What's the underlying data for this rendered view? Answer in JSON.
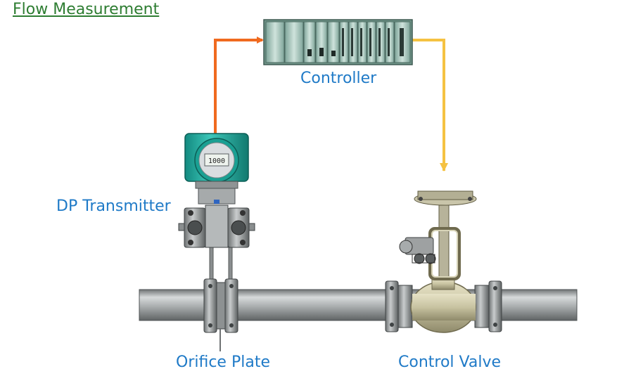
{
  "title": "Flow Measurement",
  "labels": {
    "controller": "Controller",
    "dp_transmitter": "DP Transmitter",
    "orifice_plate": "Orifice Plate",
    "control_valve": "Control Valve"
  },
  "transmitter_display": "1000",
  "colors": {
    "title": "#2e7d32",
    "label": "#1f7ac7",
    "signal_to_controller": "#f06a1f",
    "signal_to_valve": "#f5c242",
    "transmitter_housing": "#26b3a6",
    "pipe": "#a8acad",
    "valve_body": "#c9c4a3"
  }
}
